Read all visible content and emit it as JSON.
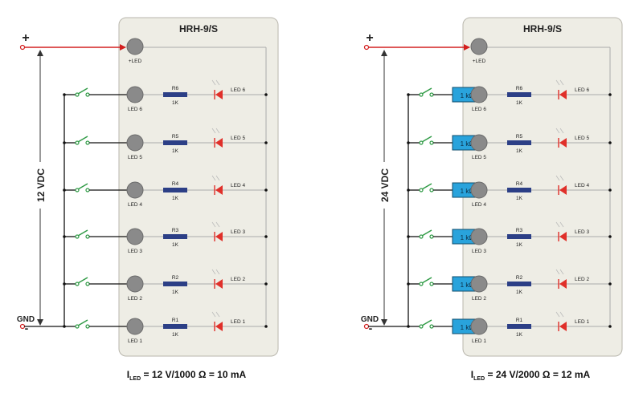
{
  "colors": {
    "board_fill": "#eeede5",
    "board_stroke": "#b8b6ac",
    "supply_wire": "#d42020",
    "wire": "#111111",
    "trace": "#aaaaaa",
    "led_pad": "#8a8a8a",
    "resistor_onboard": "#2c3f86",
    "resistor_external": "#29a3dc",
    "led_red": "#e0302a",
    "switch": "#2e9a44"
  },
  "circuits": [
    {
      "board_title": "HRH-9/S",
      "plus_label": "+",
      "gnd_label": "GND",
      "minus_label": "-",
      "voltage_label": "12 VDC",
      "common_led_label": "+LED",
      "external_resistor_label": "",
      "formula": {
        "i": "I",
        "sub": "LED",
        "rest": " = 12 V/1000 Ω = 10 mA"
      },
      "channels": [
        {
          "led_label": "LED 6",
          "resistor": "R6",
          "value": "1K",
          "diode": "LED 6"
        },
        {
          "led_label": "LED 5",
          "resistor": "R5",
          "value": "1K",
          "diode": "LED 5"
        },
        {
          "led_label": "LED 4",
          "resistor": "R4",
          "value": "1K",
          "diode": "LED 4"
        },
        {
          "led_label": "LED 3",
          "resistor": "R3",
          "value": "1K",
          "diode": "LED 3"
        },
        {
          "led_label": "LED 2",
          "resistor": "R2",
          "value": "1K",
          "diode": "LED 2"
        },
        {
          "led_label": "LED 1",
          "resistor": "R1",
          "value": "1K",
          "diode": "LED 1"
        }
      ]
    },
    {
      "board_title": "HRH-9/S",
      "plus_label": "+",
      "gnd_label": "GND",
      "minus_label": "-",
      "voltage_label": "24 VDC",
      "common_led_label": "+LED",
      "external_resistor_label": "1 kΩ",
      "formula": {
        "i": "I",
        "sub": "LED",
        "rest": " = 24 V/2000 Ω = 12 mA"
      },
      "channels": [
        {
          "led_label": "LED 6",
          "resistor": "R6",
          "value": "1K",
          "diode": "LED 6"
        },
        {
          "led_label": "LED 5",
          "resistor": "R5",
          "value": "1K",
          "diode": "LED 5"
        },
        {
          "led_label": "LED 4",
          "resistor": "R4",
          "value": "1K",
          "diode": "LED 4"
        },
        {
          "led_label": "LED 3",
          "resistor": "R3",
          "value": "1K",
          "diode": "LED 3"
        },
        {
          "led_label": "LED 2",
          "resistor": "R2",
          "value": "1K",
          "diode": "LED 2"
        },
        {
          "led_label": "LED 1",
          "resistor": "R1",
          "value": "1K",
          "diode": "LED 1"
        }
      ]
    }
  ]
}
